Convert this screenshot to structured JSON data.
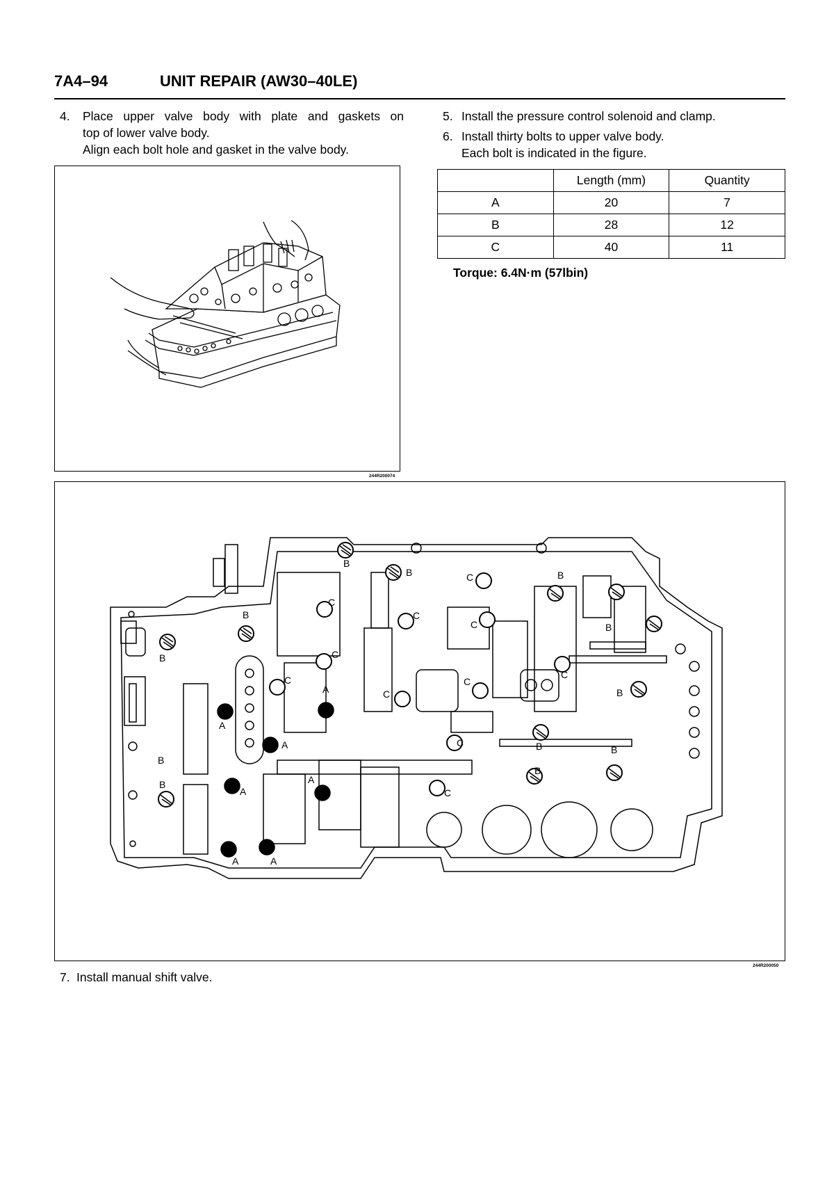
{
  "header": {
    "code": "7A4–94",
    "title": "UNIT REPAIR (AW30–40LE)"
  },
  "steps": {
    "step4": {
      "num": "4.",
      "lines": [
        "Place upper valve body with plate and gaskets on",
        "top of lower valve body.",
        "Align each bolt hole and gasket in the valve body."
      ]
    },
    "step5": {
      "num": "5.",
      "lines": [
        "Install the pressure control solenoid and clamp."
      ]
    },
    "step6": {
      "num": "6.",
      "lines": [
        "Install thirty bolts to upper valve body.",
        "Each bolt is indicated in the figure."
      ]
    },
    "step7": {
      "num": "7.",
      "lines": [
        "Install manual shift valve."
      ]
    }
  },
  "bolt_table": {
    "headers": [
      "",
      "Length (mm)",
      "Quantity"
    ],
    "rows": [
      [
        "A",
        "20",
        "7"
      ],
      [
        "B",
        "28",
        "12"
      ],
      [
        "C",
        "40",
        "11"
      ]
    ]
  },
  "torque": "Torque: 6.4N·m (57lbin)",
  "figures": {
    "fig1_code": "244R200074",
    "fig2_code": "244R200050",
    "bolt_labels": {
      "a": "A",
      "b": "B",
      "c": "C"
    }
  }
}
